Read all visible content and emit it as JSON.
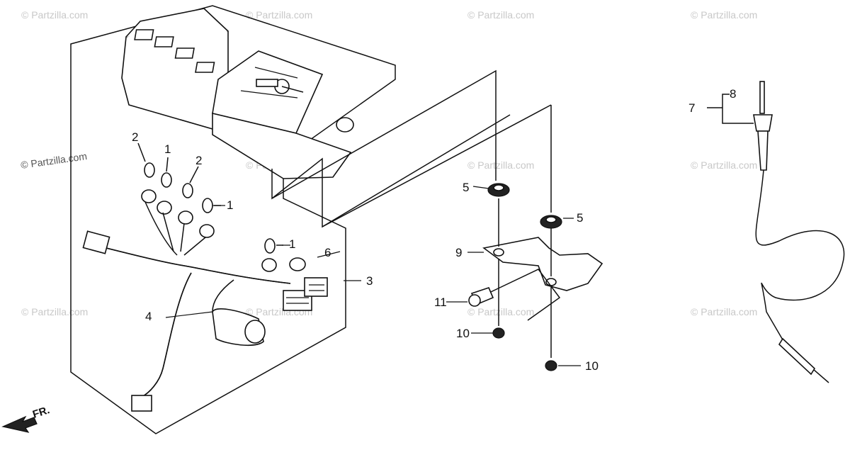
{
  "watermark_text": "© Partzilla.com",
  "direction_label": "FR.",
  "callouts": {
    "c1a": "1",
    "c1b": "1",
    "c1c": "1",
    "c2a": "2",
    "c2b": "2",
    "c3": "3",
    "c4": "4",
    "c5a": "5",
    "c5b": "5",
    "c6": "6",
    "c7": "7",
    "c8": "8",
    "c9": "9",
    "c10a": "10",
    "c10b": "10",
    "c11": "11"
  }
}
